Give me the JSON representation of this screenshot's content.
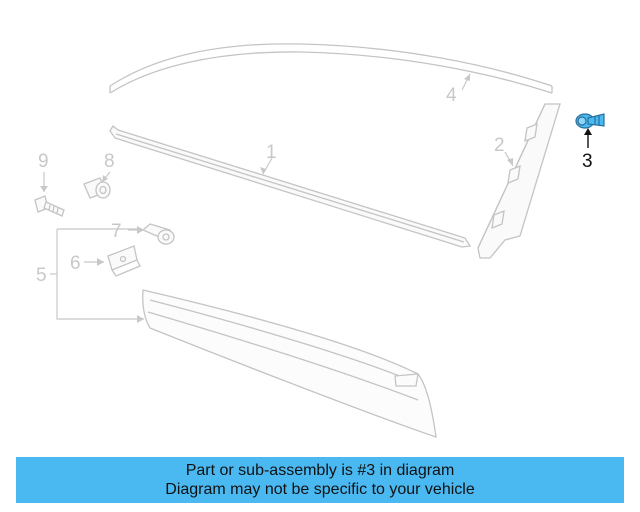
{
  "callouts": {
    "c1": "1",
    "c2": "2",
    "c3": "3",
    "c4": "4",
    "c5": "5",
    "c6": "6",
    "c7": "7",
    "c8": "8",
    "c9": "9"
  },
  "highlight_color": "#4ab9f2",
  "banner": {
    "line1": "Part or sub-assembly is #3 in diagram",
    "line2": "Diagram may not be specific to your vehicle"
  }
}
